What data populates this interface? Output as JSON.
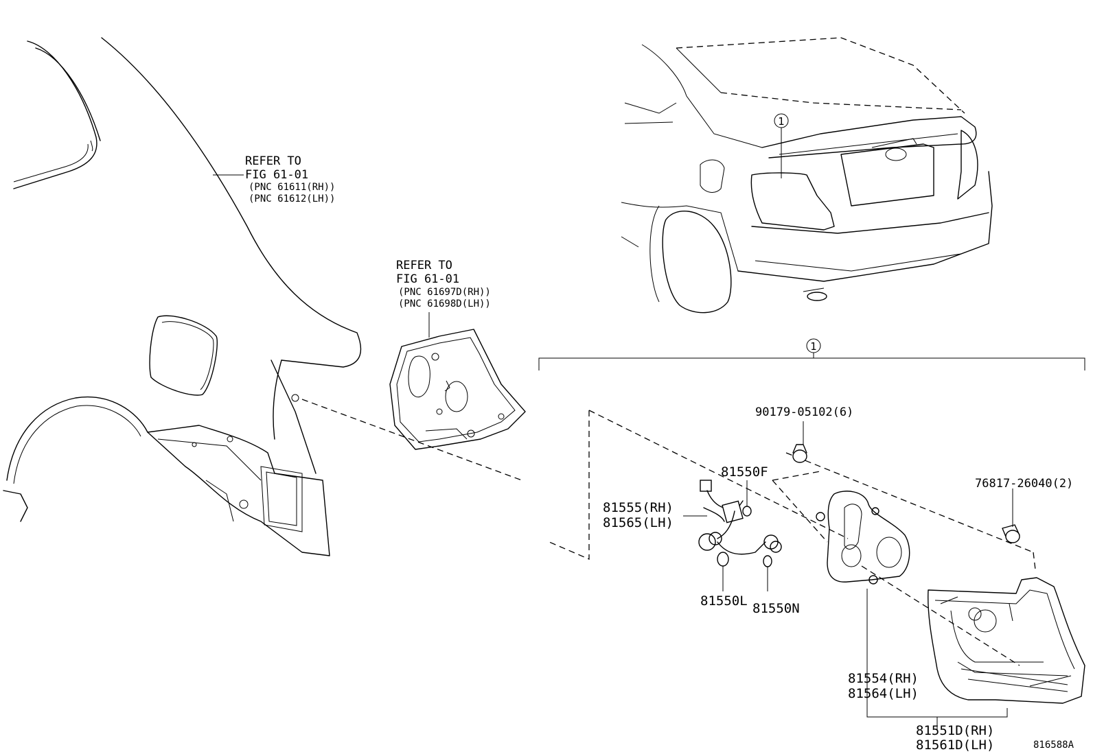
{
  "refs": {
    "quarter_panel": {
      "line1": "REFER TO",
      "line2": "FIG 61-01",
      "pnc_rh": "(PNC 61611(RH))",
      "pnc_lh": "(PNC 61612(LH))"
    },
    "inner_panel": {
      "line1": "REFER TO",
      "line2": "FIG 61-01",
      "pnc_rh": "(PNC 61697D(RH))",
      "pnc_lh": "(PNC 61698D(LH))"
    }
  },
  "callout_marker": "1",
  "parts": {
    "p90179": "90179-05102(6)",
    "p76817": "76817-26040(2)",
    "p81550F": "81550F",
    "p81555": "81555(RH)",
    "p81565": "81565(LH)",
    "p81550L": "81550L",
    "p81550N": "81550N",
    "p81554": "81554(RH)",
    "p81564": "81564(LH)",
    "p81551D": "81551D(RH)",
    "p81561D": "81561D(LH)"
  },
  "figure_id": "816588A"
}
